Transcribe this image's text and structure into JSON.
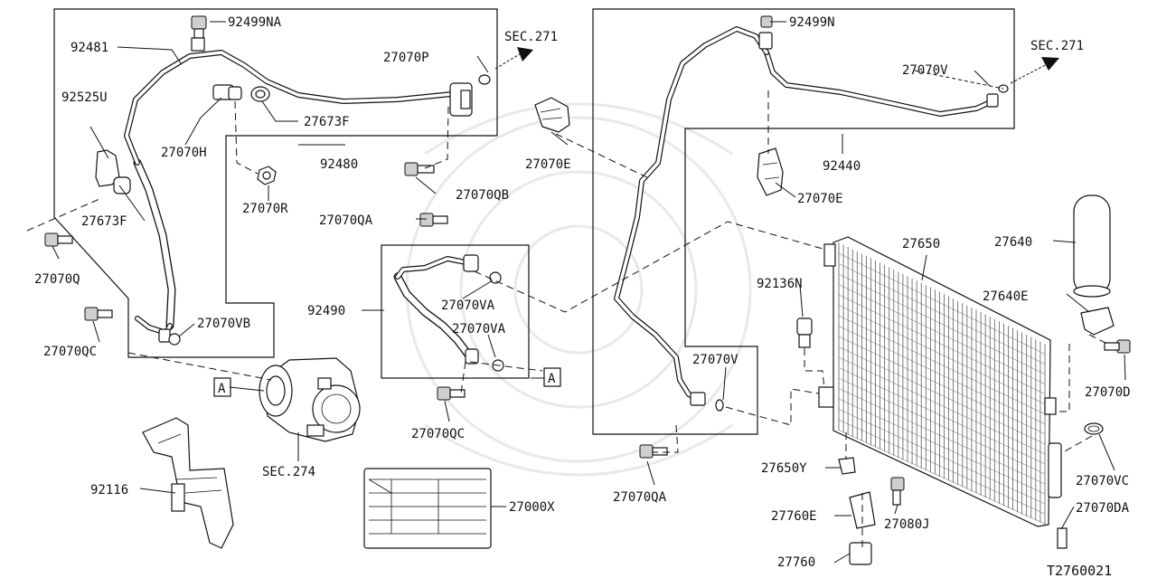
{
  "labels": {
    "p92499NA": "92499NA",
    "p92481": "92481",
    "sec271_left": "SEC.271",
    "p27070P": "27070P",
    "p92525U": "92525U",
    "p27673F_top": "27673F",
    "p27070H": "27070H",
    "p92480": "92480",
    "p27673F_left": "27673F",
    "p27070R": "27070R",
    "p27070QB": "27070QB",
    "p27070E_mid": "27070E",
    "p27070QA_mid": "27070QA",
    "p27070Q": "27070Q",
    "p92490": "92490",
    "p27070VA_1": "27070VA",
    "p27070VA_2": "27070VA",
    "p27070VB": "27070VB",
    "p27070QC_left": "27070QC",
    "callout_A_left": "A",
    "callout_A_right": "A",
    "p27070QC_mid": "27070QC",
    "sec274": "SEC.274",
    "p92116": "92116",
    "p27000X": "27000X",
    "p92499N": "92499N",
    "sec271_right": "SEC.271",
    "p27070V_top": "27070V",
    "p92440": "92440",
    "p27070E_right": "27070E",
    "p27650": "27650",
    "p27640": "27640",
    "p92136N": "92136N",
    "p27640E": "27640E",
    "p27070V_bottom": "27070V",
    "p27070D": "27070D",
    "p27650Y": "27650Y",
    "p27070VC": "27070VC",
    "p27070QA_bottom": "27070QA",
    "p27760E": "27760E",
    "p27080J": "27080J",
    "p27070DA": "27070DA",
    "p27760": "27760",
    "diagram_code": "T2760021"
  },
  "icons": {
    "arrow": "filled-arrow-icon",
    "bolt": "bolt-icon",
    "o_ring": "o-ring-icon"
  }
}
